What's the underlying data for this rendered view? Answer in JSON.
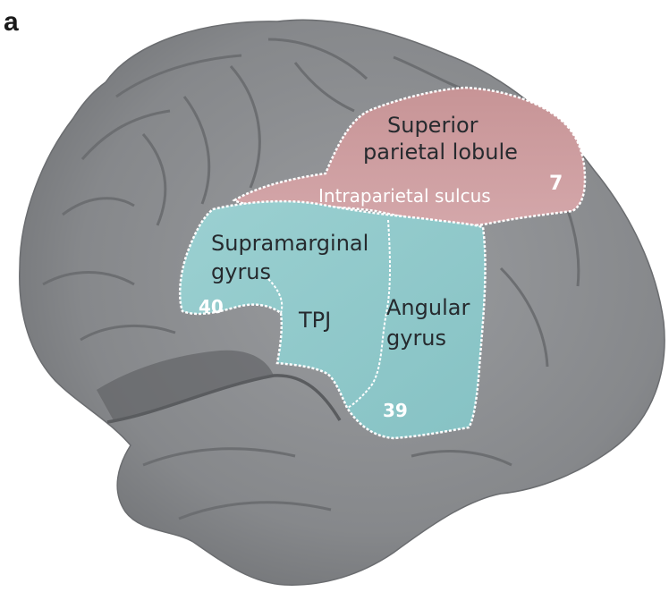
{
  "figure": {
    "panel_label": "a",
    "colors": {
      "cortex": "#8c8e91",
      "cortex_dark": "#5f6164",
      "superior_parietal": "#c99a9c",
      "inferior_parietal": "#92cbcc",
      "outline": "#ffffff"
    },
    "regions": {
      "superior_parietal": {
        "name_line1": "Superior",
        "name_line2": "parietal lobule",
        "brodmann": "7"
      },
      "intraparietal_sulcus": {
        "name": "Intraparietal sulcus"
      },
      "supramarginal": {
        "name_line1": "Supramarginal",
        "name_line2": "gyrus",
        "brodmann": "40"
      },
      "tpj": {
        "name": "TPJ"
      },
      "angular": {
        "name_line1": "Angular",
        "name_line2": "gyrus",
        "brodmann": "39"
      }
    }
  }
}
